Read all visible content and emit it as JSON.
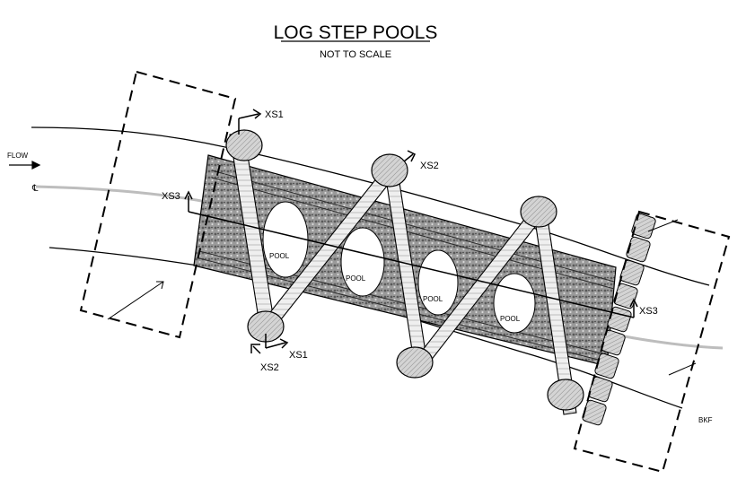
{
  "title": "LOG STEP POOLS",
  "subtitle": "NOT TO SCALE",
  "labels": {
    "flow": "FLOW",
    "bkf": "BKF",
    "xs1_top": "XS1",
    "xs1_bottom": "XS1",
    "xs2_top": "XS2",
    "xs2_bottom": "XS2",
    "xs3_left": "XS3",
    "xs3_right": "XS3",
    "centerline_symbol": "℄"
  },
  "pools": [
    {
      "label": "POOL"
    },
    {
      "label": "POOL"
    },
    {
      "label": "POOL"
    },
    {
      "label": "POOL"
    }
  ],
  "colors": {
    "ink": "#000000",
    "channel_fill": "#8c8c8c",
    "boulder_fill": "#cfcfcf",
    "thalweg": "#bdbdbd",
    "pool_fill": "#ffffff"
  }
}
